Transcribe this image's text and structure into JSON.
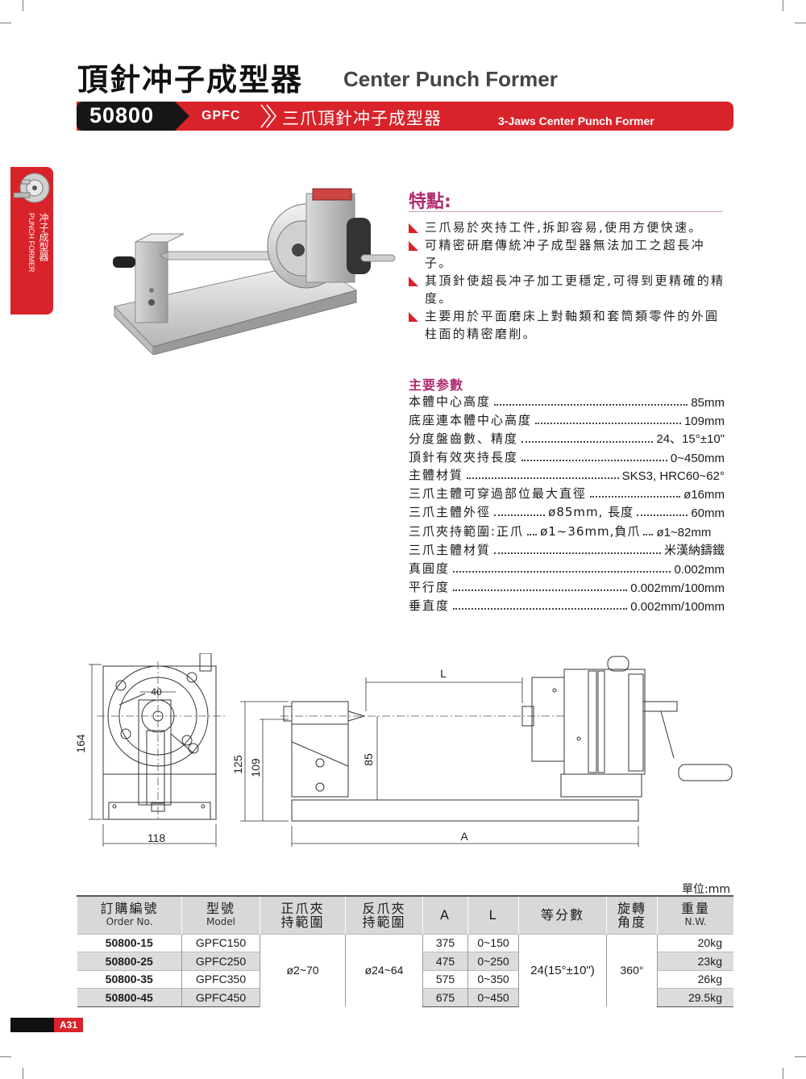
{
  "header": {
    "title_zh": "頂針冲子成型器",
    "title_en": "Center Punch Former"
  },
  "banner": {
    "code": "50800",
    "model": "GPFC",
    "subtitle_zh": "三爪頂針冲子成型器",
    "subtitle_en": "3-Jaws Center Punch Former",
    "color": "#d8232a"
  },
  "side_tab": {
    "label_zh": "冲子成型器",
    "label_en": "PUNCH FORMER"
  },
  "features": {
    "title": "特點:",
    "items": [
      "三爪易於夾持工件,拆卸容易,使用方便快速。",
      "可精密研磨傳統冲子成型器無法加工之超長冲子。",
      "其頂針使超長冲子加工更穩定,可得到更精確的精度。",
      "主要用於平面磨床上對軸類和套筒類零件的外圓柱面的精密磨削。"
    ]
  },
  "specs": {
    "title": "主要参數",
    "items": [
      {
        "label": "本體中心高度",
        "value": "85mm"
      },
      {
        "label": "底座連本體中心高度",
        "value": "109mm"
      },
      {
        "label": "分度盤齒數、精度",
        "value": "24、15°±10\""
      },
      {
        "label": "頂針有效夾持長度",
        "value": "0~450mm"
      },
      {
        "label": "主體材質",
        "value": "SKS3, HRC60~62°"
      },
      {
        "label": "三爪主體可穿過部位最大直徑",
        "value": "ø16mm"
      },
      {
        "label": "三爪主體外徑",
        "mid": "ø85mm, 長度",
        "value": "60mm"
      },
      {
        "label": "三爪夾持範圍:正爪",
        "mid": "ø1~36mm,負爪",
        "value": "ø1~82mm"
      },
      {
        "label": "三爪主體材質",
        "value": "米漢納鑄鐵"
      },
      {
        "label": "真圓度",
        "value": "0.002mm"
      },
      {
        "label": "平行度",
        "value": "0.002mm/100mm"
      },
      {
        "label": "垂直度",
        "value": "0.002mm/100mm"
      }
    ]
  },
  "drawing": {
    "dim_40": "40",
    "dim_164": "164",
    "dim_118": "118",
    "dim_125": "125",
    "dim_109": "109",
    "dim_85": "85",
    "dim_L": "L",
    "dim_A": "A"
  },
  "table": {
    "unit": "單位:mm",
    "headers": {
      "order_zh": "訂購編號",
      "order_en": "Order No.",
      "model_zh": "型號",
      "model_en": "Model",
      "pos_clamp_1": "正爪夾",
      "pos_clamp_2": "持範圍",
      "neg_clamp_1": "反爪夾",
      "neg_clamp_2": "持範圍",
      "a": "A",
      "l": "L",
      "div": "等分數",
      "rot_1": "旋轉",
      "rot_2": "角度",
      "wt_zh": "重量",
      "wt_en": "N.W."
    },
    "rows": [
      {
        "order": "50800-15",
        "model": "GPFC150",
        "a": "375",
        "l": "0~150",
        "nw": "20kg"
      },
      {
        "order": "50800-25",
        "model": "GPFC250",
        "a": "475",
        "l": "0~250",
        "nw": "23kg"
      },
      {
        "order": "50800-35",
        "model": "GPFC350",
        "a": "575",
        "l": "0~350",
        "nw": "26kg"
      },
      {
        "order": "50800-45",
        "model": "GPFC450",
        "a": "675",
        "l": "0~450",
        "nw": "29.5kg"
      }
    ],
    "pos_clamp": "ø2~70",
    "neg_clamp": "ø24~64",
    "division": "24(15°±10\")",
    "rotation": "360°"
  },
  "page": {
    "number": "A31"
  }
}
